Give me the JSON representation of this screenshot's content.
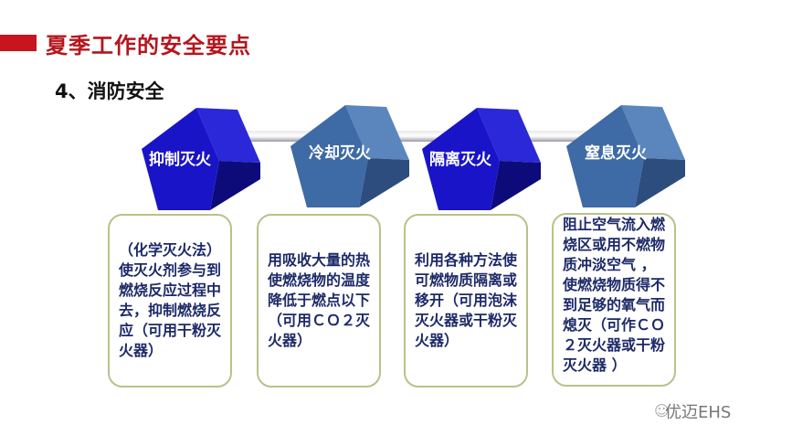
{
  "header": {
    "title": "夏季工作的安全要点",
    "subtitle": "4、消防安全"
  },
  "methods": [
    {
      "label": "抑制灭火",
      "desc": "（化学灭火法）使灭火剂参与到燃烧反应过程中去，抑制燃烧反应（可用干粉灭火器）",
      "color": "#1a14c8"
    },
    {
      "label": "冷却灭火",
      "desc": "用吸收大量的热使燃烧物的温度降低于燃点以下（可用ＣＯ２灭火器）",
      "color": "#3e6aa6"
    },
    {
      "label": "隔离灭火",
      "desc": "利用各种方法使可燃物质隔离或移开（可用泡沫灭火器或干粉灭火器）",
      "color": "#1a14c8"
    },
    {
      "label": "窒息灭火",
      "desc": "阻止空气流入燃烧区或用不燃物质冲淡空气 ，使燃烧物质得不到足够的氧气而熄灭（可作ＣＯ２灭火器或干粉灭火器 ）",
      "color": "#3e6aa6"
    }
  ],
  "watermark": "优迈EHS"
}
